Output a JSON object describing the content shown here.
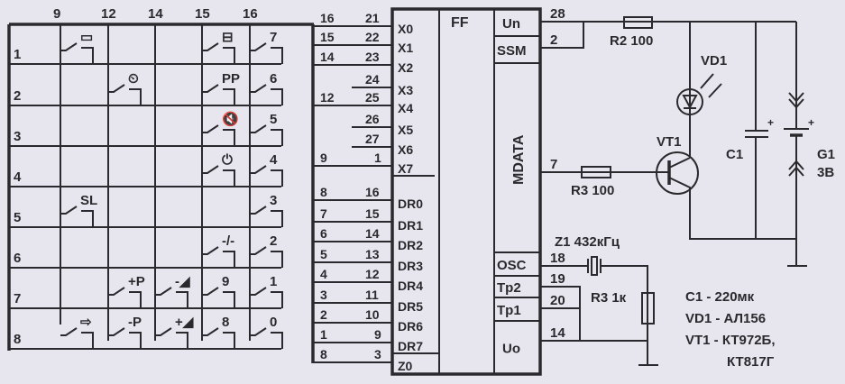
{
  "colors": {
    "ink": "#2a2a2e",
    "paper": "#e7e6ee"
  },
  "matrix": {
    "column_labels": [
      "9",
      "12",
      "14",
      "15",
      "16"
    ],
    "row_labels": [
      "1",
      "2",
      "3",
      "4",
      "5",
      "6",
      "7",
      "8"
    ],
    "keys": [
      {
        "row": 1,
        "col": "9",
        "label": "▭",
        "icon": "screen-icon"
      },
      {
        "row": 1,
        "col": "15",
        "label": "⊟",
        "icon": "teletext-icon"
      },
      {
        "row": 1,
        "col": "16",
        "label": "7"
      },
      {
        "row": 2,
        "col": "12",
        "label": "⏲",
        "icon": "timer-icon"
      },
      {
        "row": 2,
        "col": "15",
        "label": "PP"
      },
      {
        "row": 2,
        "col": "16",
        "label": "6"
      },
      {
        "row": 3,
        "col": "15",
        "label": "🔇",
        "icon": "mute-icon"
      },
      {
        "row": 3,
        "col": "16",
        "label": "5"
      },
      {
        "row": 4,
        "col": "15",
        "label": "⏻",
        "icon": "power-icon"
      },
      {
        "row": 4,
        "col": "16",
        "label": "4"
      },
      {
        "row": 5,
        "col": "9",
        "label": "SL"
      },
      {
        "row": 5,
        "col": "16",
        "label": "3"
      },
      {
        "row": 6,
        "col": "15",
        "label": "-/-",
        "icon": "digits-icon"
      },
      {
        "row": 6,
        "col": "16",
        "label": "2"
      },
      {
        "row": 7,
        "col": "12",
        "label": "+P"
      },
      {
        "row": 7,
        "col": "14",
        "label": "-◢",
        "icon": "volume-down-icon"
      },
      {
        "row": 7,
        "col": "15",
        "label": "9"
      },
      {
        "row": 7,
        "col": "16",
        "label": "1"
      },
      {
        "row": 8,
        "col": "9",
        "label": "⇨",
        "icon": "input-icon"
      },
      {
        "row": 8,
        "col": "12",
        "label": "-P"
      },
      {
        "row": 8,
        "col": "14",
        "label": "+◢",
        "icon": "volume-up-icon"
      },
      {
        "row": 8,
        "col": "15",
        "label": "8"
      },
      {
        "row": 8,
        "col": "16",
        "label": "0"
      }
    ]
  },
  "ic": {
    "name": "FF",
    "left_pins": [
      {
        "label": "X0",
        "pin": "21",
        "wire": "16"
      },
      {
        "label": "X1",
        "pin": "22",
        "wire": "15"
      },
      {
        "label": "X2",
        "pin": "23",
        "wire": "14"
      },
      {
        "label": "X3",
        "pin": "24",
        "wire": ""
      },
      {
        "label": "X4",
        "pin": "25",
        "wire": "12"
      },
      {
        "label": "X5",
        "pin": "26",
        "wire": ""
      },
      {
        "label": "X6",
        "pin": "27",
        "wire": ""
      },
      {
        "label": "X7",
        "pin": "1",
        "wire": "9"
      },
      {
        "label": "DR0",
        "pin": "16",
        "wire": "8"
      },
      {
        "label": "DR1",
        "pin": "15",
        "wire": "7"
      },
      {
        "label": "DR2",
        "pin": "14",
        "wire": "6"
      },
      {
        "label": "DR3",
        "pin": "13",
        "wire": "5"
      },
      {
        "label": "DR4",
        "pin": "12",
        "wire": "4"
      },
      {
        "label": "DR5",
        "pin": "11",
        "wire": "3"
      },
      {
        "label": "DR6",
        "pin": "10",
        "wire": "2"
      },
      {
        "label": "DR7",
        "pin": "9",
        "wire": "1"
      },
      {
        "label": "Z0",
        "pin": "3",
        "wire": "8"
      }
    ],
    "right_pins": [
      {
        "label": "Un",
        "pin": "28"
      },
      {
        "label": "SSM",
        "pin": "2"
      },
      {
        "label": "MDATA",
        "pin": "7"
      },
      {
        "label": "OSC",
        "pin": "18"
      },
      {
        "label": "Tp2",
        "pin": "19"
      },
      {
        "label": "Tp1",
        "pin": "20"
      },
      {
        "label": "Uo",
        "pin": "14"
      }
    ]
  },
  "components": {
    "r2": "R2 100",
    "r3": "R3 100",
    "r3b": "R3 1к",
    "vd1": "VD1",
    "vt1": "VT1",
    "c1": "C1",
    "g1": "G1",
    "g1_voltage": "3В",
    "z1": "Z1 432кГц",
    "plus": "+"
  },
  "notes": [
    "C1   - 220мк",
    "VD1 - АЛ156",
    "VT1 - КТ972Б,",
    "КТ817Г"
  ]
}
